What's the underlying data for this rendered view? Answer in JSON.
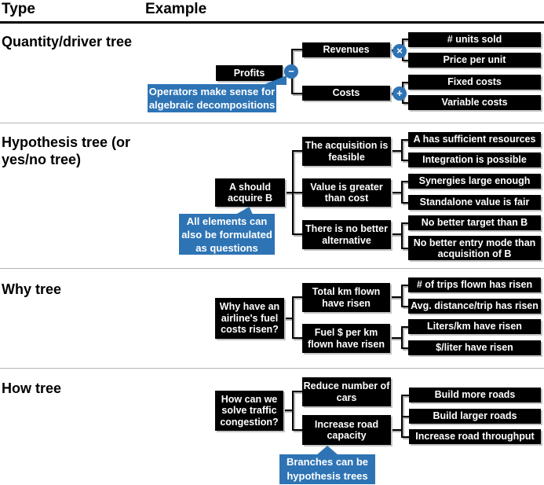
{
  "header": {
    "col_type": "Type",
    "col_example": "Example"
  },
  "colors": {
    "accent_blue": "#2E74B5",
    "box_black": "#000000",
    "connector_black": "#000000",
    "shadow_gray": "#B3B3B3"
  },
  "sections": {
    "quantity": {
      "title": "Quantity/driver tree",
      "root": "Profits",
      "op_root": "−",
      "op_revenues": "×",
      "op_costs": "+",
      "l2": [
        "Revenues",
        "Costs"
      ],
      "l3": [
        "# units sold",
        "Price per unit",
        "Fixed costs",
        "Variable costs"
      ],
      "callout": "Operators make sense for algebraic decompositions"
    },
    "hypothesis": {
      "title": "Hypothesis tree (or yes/no tree)",
      "root": "A should acquire B",
      "l2": [
        "The acquisition is feasible",
        "Value is greater than cost",
        "There is no better alternative"
      ],
      "l3": [
        "A has sufficient resources",
        "Integration is possible",
        "Synergies large enough",
        "Standalone value is fair",
        "No better target than B",
        "No better entry mode than acquisition of B"
      ],
      "callout": "All elements can also be formulated as questions"
    },
    "why": {
      "title": "Why tree",
      "root": "Why have an airline's fuel costs risen?",
      "l2": [
        "Total km flown have risen",
        "Fuel $ per km flown have risen"
      ],
      "l3": [
        "# of trips flown has risen",
        "Avg. distance/trip has risen",
        "Liters/km have risen",
        "$/liter have risen"
      ]
    },
    "how": {
      "title": "How tree",
      "root": "How can we solve traffic congestion?",
      "l2": [
        "Reduce number of cars",
        "Increase road capacity"
      ],
      "l3": [
        "Build more roads",
        "Build larger roads",
        "Increase road throughput"
      ],
      "callout": "Branches can be hypothesis trees"
    }
  }
}
